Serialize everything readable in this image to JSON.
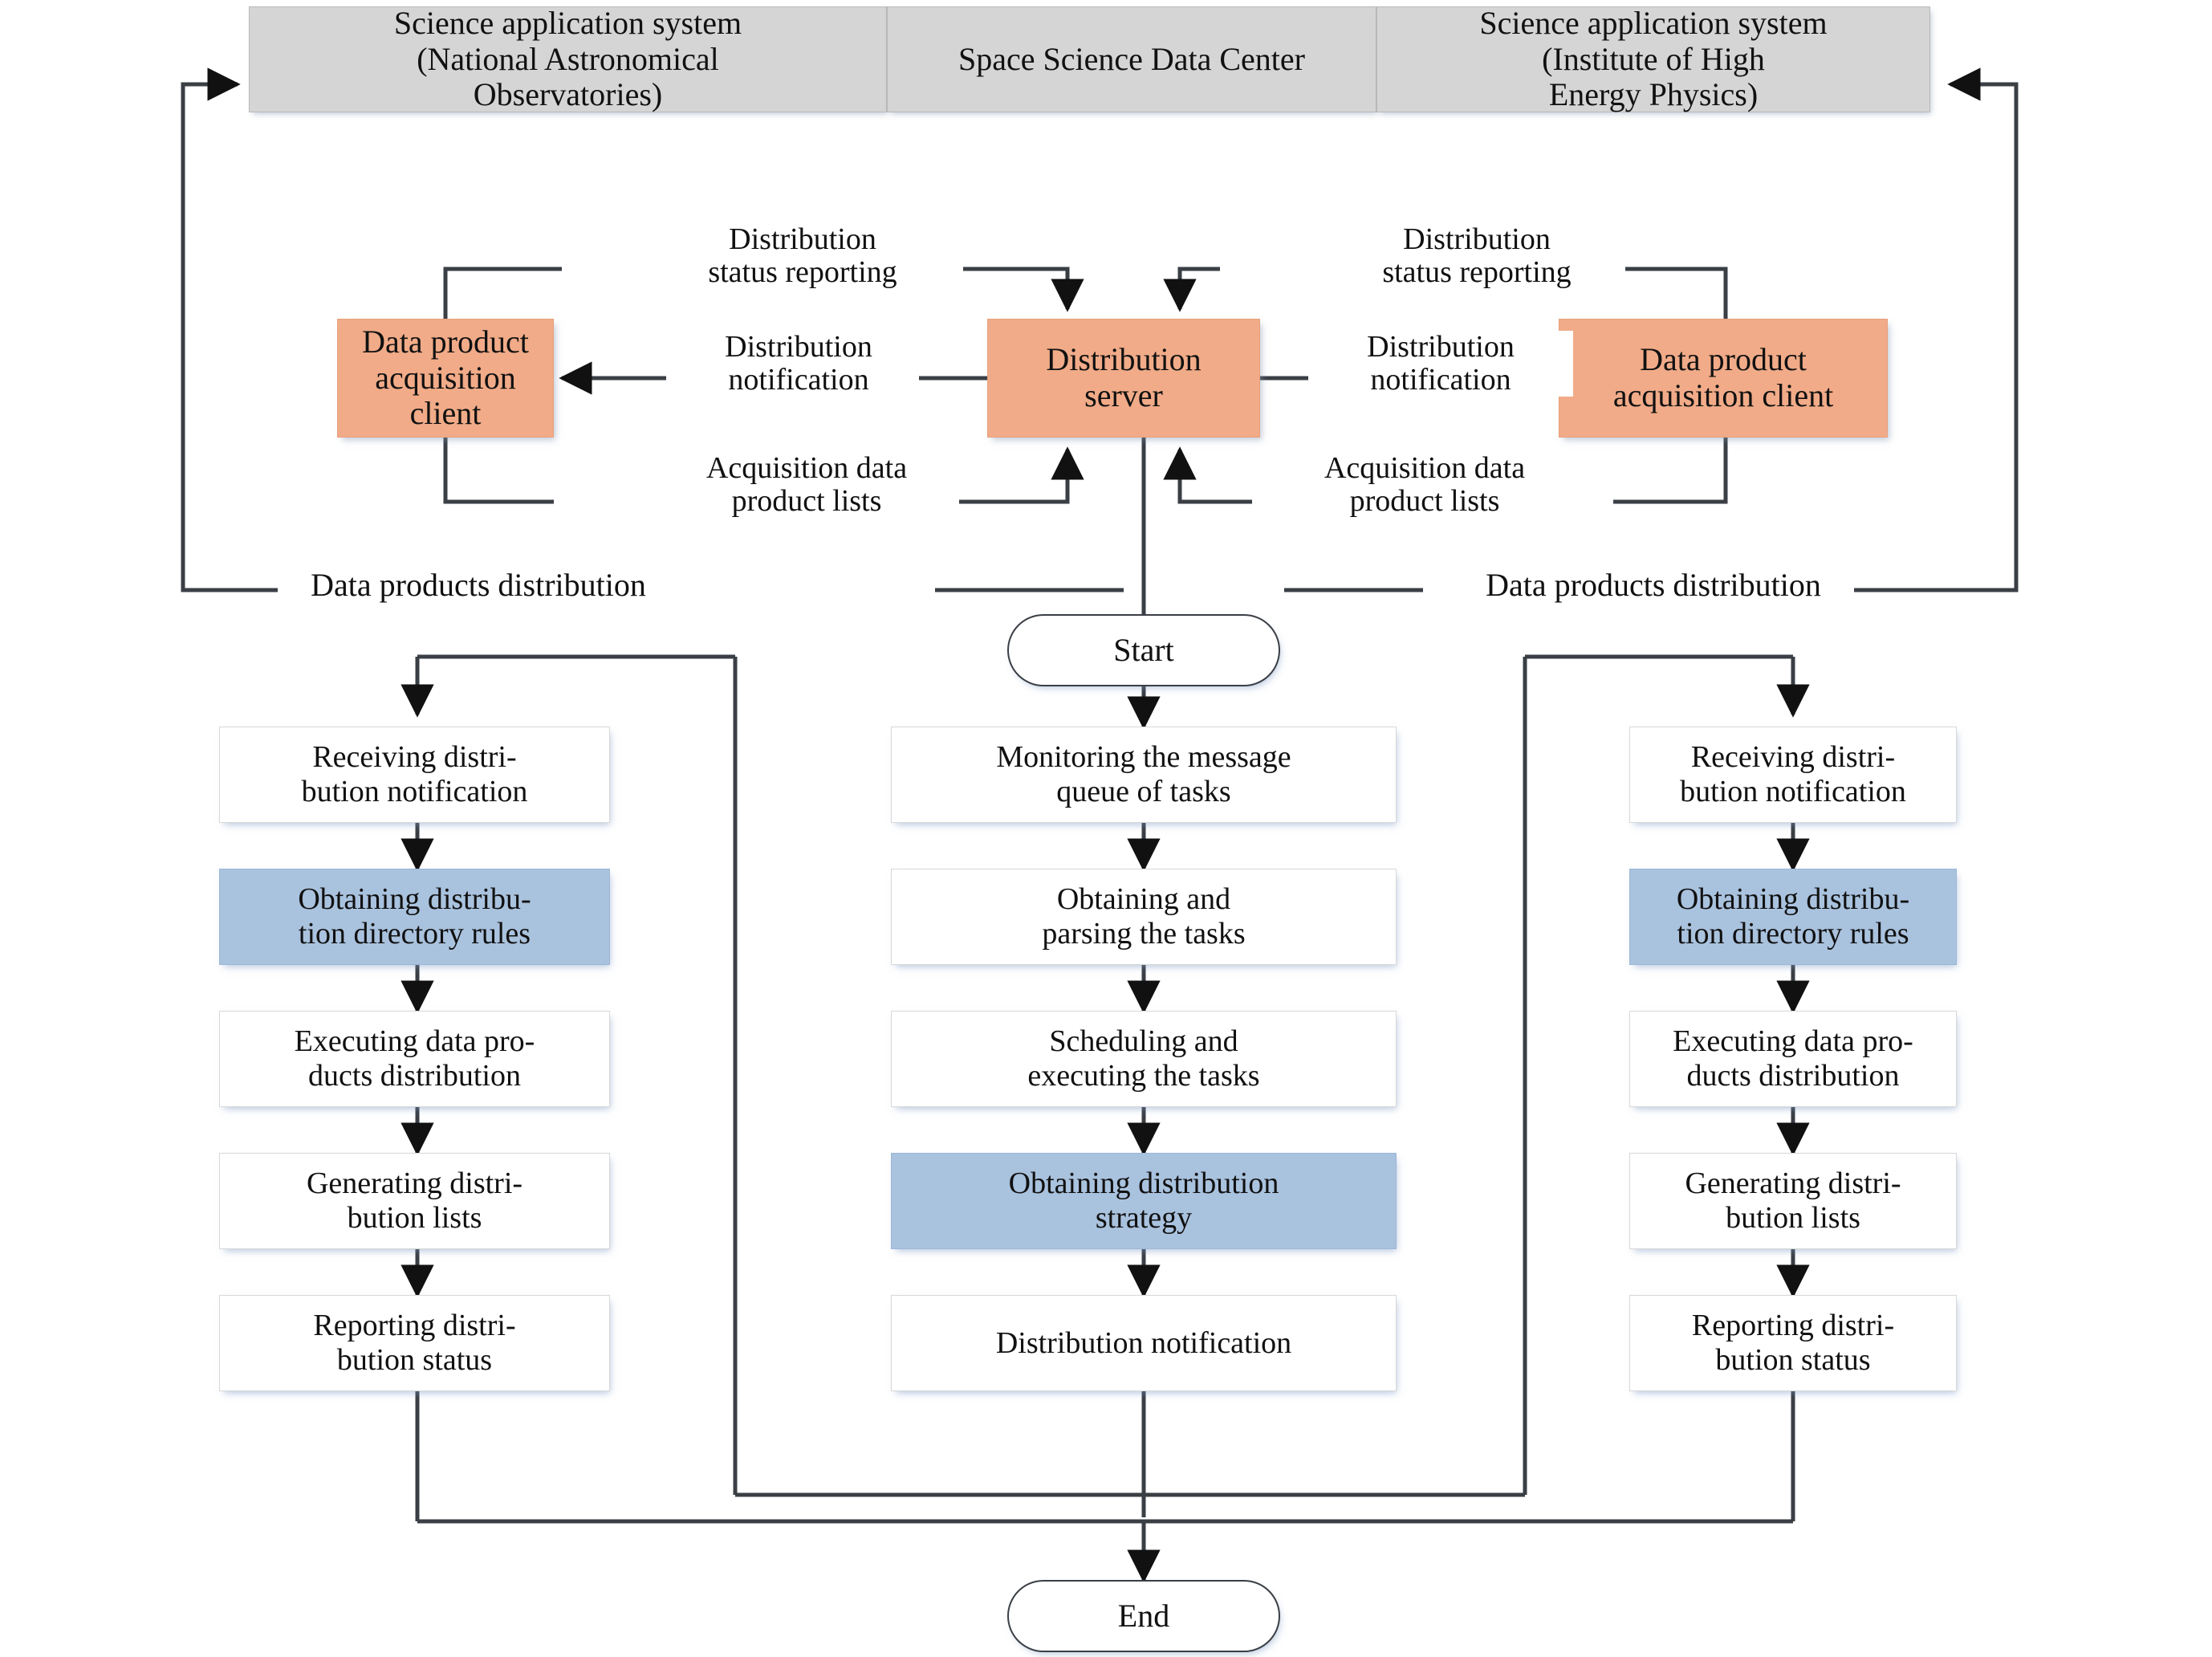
{
  "diagram": {
    "title_bar": {
      "cells": [
        {
          "id": "science-app-nao",
          "label": "Science application system\n(National Astronomical\nObservatories)"
        },
        {
          "id": "space-science-dc",
          "label": "Space Science Data Center"
        },
        {
          "id": "science-app-ihep",
          "label": "Science application system\n(Institute of High\nEnergy Physics)"
        }
      ]
    },
    "server_row": {
      "left_client": {
        "label": "Data product\nacquisition client"
      },
      "server": {
        "label": "Distribution\nserver"
      },
      "right_client": {
        "label": "Data product\nacquisition client"
      }
    },
    "connector_labels": {
      "left_status_reporting": "Distribution\nstatus reporting",
      "left_notification": "Distribution\nnotification",
      "left_acquisition_lists": "Acquisition data\nproduct lists",
      "right_status_reporting": "Distribution\nstatus reporting",
      "right_notification": "Distribution\nnotification",
      "right_acquisition_lists": "Acquisition data\nproduct lists",
      "left_products_distribution": "Data products distribution",
      "right_products_distribution": "Data products distribution"
    },
    "terminators": {
      "start": "Start",
      "end": "End"
    },
    "left_flow": [
      {
        "label": "Receiving distri-\nbution notification",
        "highlight": false
      },
      {
        "label": "Obtaining distribu-\ntion directory rules",
        "highlight": true
      },
      {
        "label": "Executing data pro-\nducts distribution",
        "highlight": false
      },
      {
        "label": "Generating distri-\nbution lists",
        "highlight": false
      },
      {
        "label": "Reporting distri-\nbution status",
        "highlight": false
      }
    ],
    "center_flow": [
      {
        "label": "Monitoring the message\nqueue of tasks",
        "highlight": false
      },
      {
        "label": "Obtaining and\nparsing the tasks",
        "highlight": false
      },
      {
        "label": "Scheduling and\nexecuting the tasks",
        "highlight": false
      },
      {
        "label": "Obtaining distribution\nstrategy",
        "highlight": true
      },
      {
        "label": "Distribution notification",
        "highlight": false
      }
    ],
    "right_flow": [
      {
        "label": "Receiving distri-\nbution notification",
        "highlight": false
      },
      {
        "label": "Obtaining distribu-\ntion directory rules",
        "highlight": true
      },
      {
        "label": "Executing data pro-\nducts distribution",
        "highlight": false
      },
      {
        "label": "Generating distri-\nbution lists",
        "highlight": false
      },
      {
        "label": "Reporting distri-\nbution status",
        "highlight": false
      }
    ],
    "colors": {
      "header_fill": "#d5d5d5",
      "process_orange": "#f1ab88",
      "highlight_blue": "#a9c2de",
      "box_fill": "#ffffff",
      "line": "#3a3f45"
    }
  }
}
